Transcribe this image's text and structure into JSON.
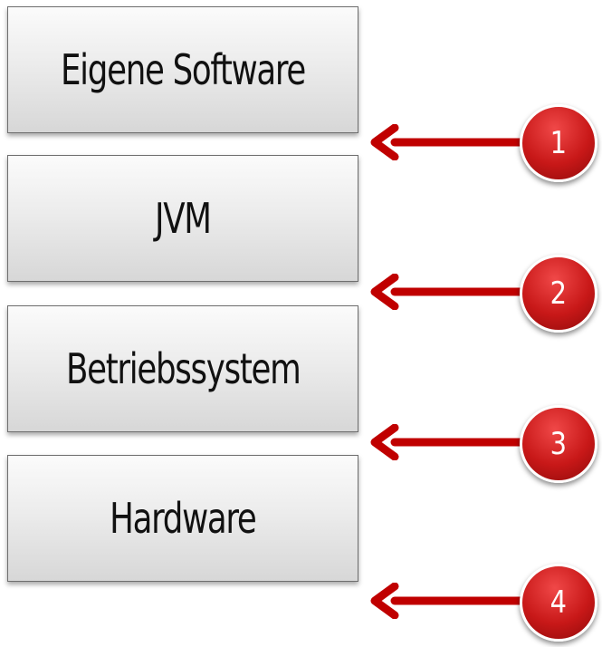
{
  "layers": [
    {
      "label": "Eigene Software"
    },
    {
      "label": "JVM"
    },
    {
      "label": "Betriebssystem"
    },
    {
      "label": "Hardware"
    }
  ],
  "markers": [
    {
      "number": "1"
    },
    {
      "number": "2"
    },
    {
      "number": "3"
    },
    {
      "number": "4"
    }
  ],
  "colors": {
    "arrow": "#c00000",
    "badge": "#c81818",
    "box_border": "#6e6e6e"
  }
}
